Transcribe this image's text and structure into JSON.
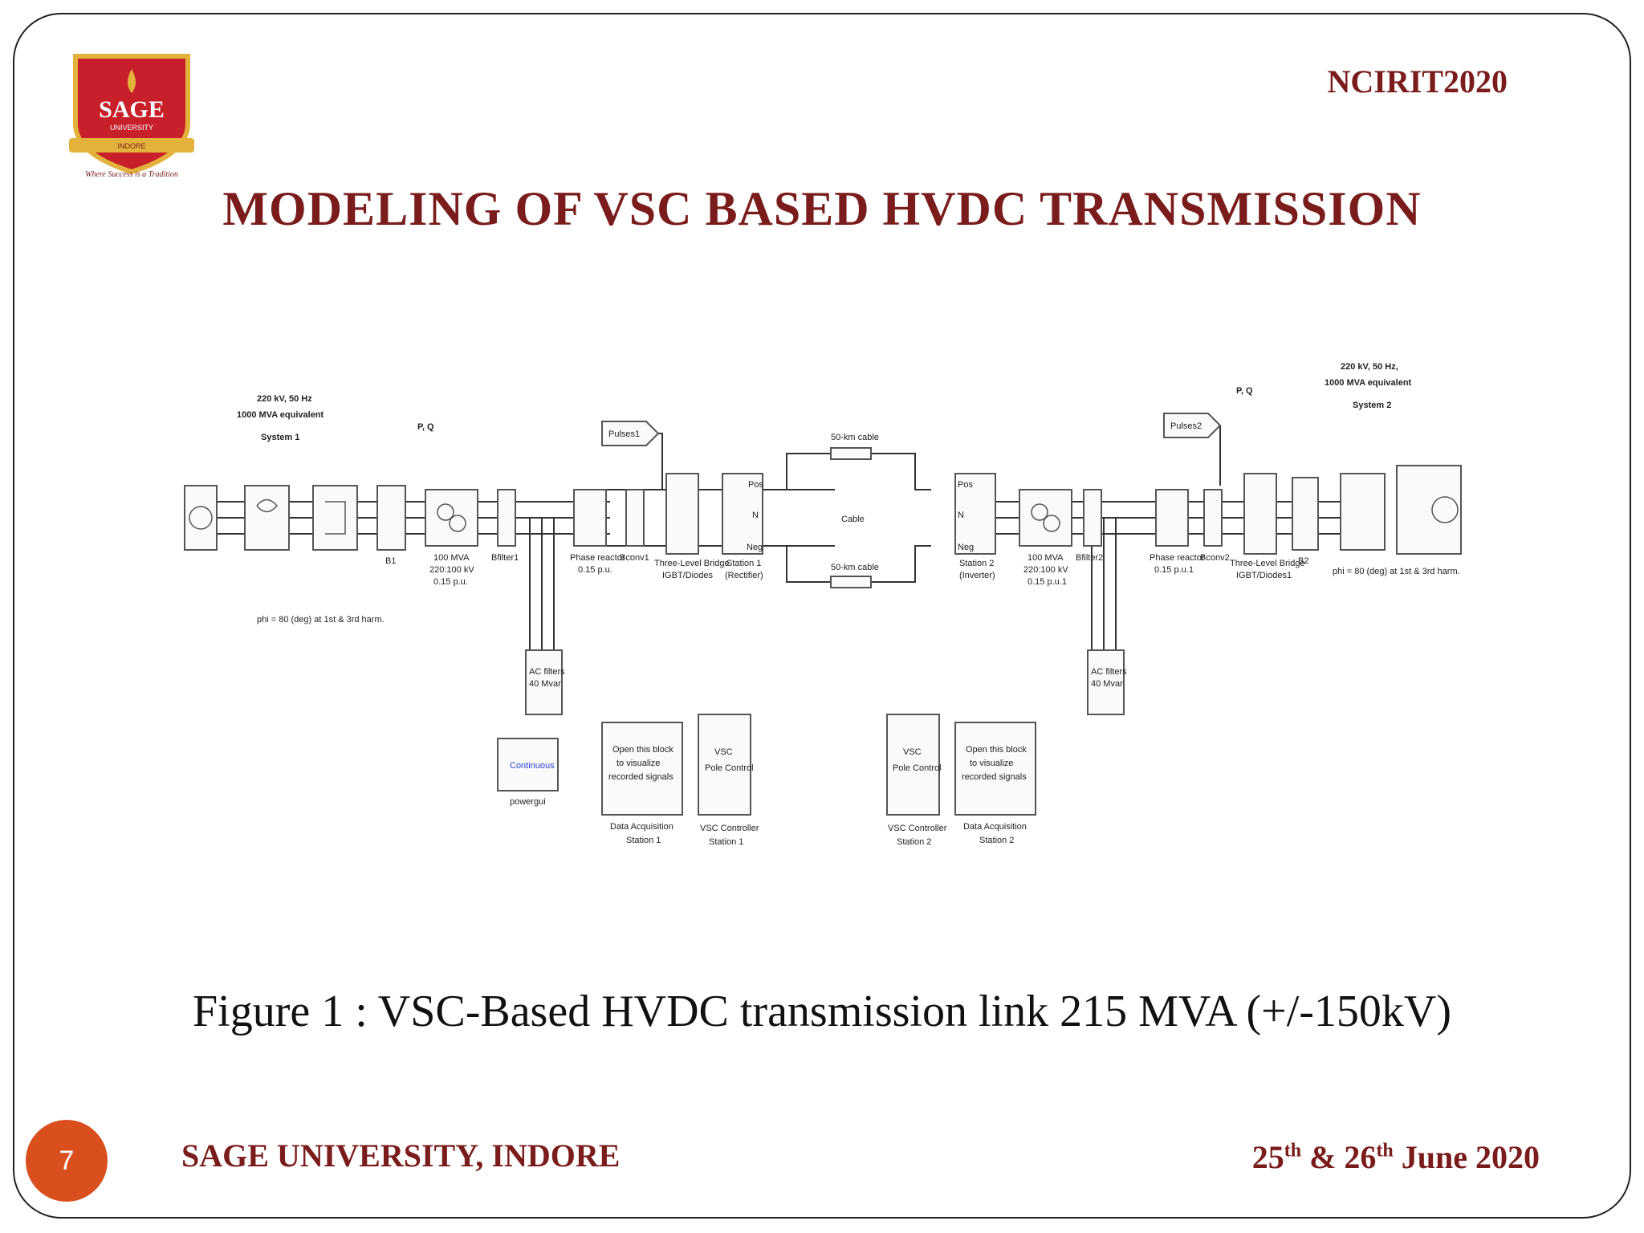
{
  "header": {
    "conference": "NCIRIT2020",
    "title": "MODELING OF VSC BASED HVDC TRANSMISSION"
  },
  "logo": {
    "name": "SAGE",
    "line1": "UNIVERSITY",
    "line2": "INDORE",
    "tagline": "Where Success is a Tradition"
  },
  "figure": {
    "caption": "Figure 1 : VSC-Based HVDC transmission link 215 MVA (+/-150kV)",
    "labels": {
      "system1_line1": "220 kV, 50 Hz",
      "system1_line2": "1000 MVA equivalent",
      "system1_name": "System 1",
      "system2_line1": "220 kV, 50 Hz,",
      "system2_line2": "1000 MVA equivalent",
      "system2_name": "System 2",
      "pq1": "P, Q",
      "pq2": "P, Q",
      "pulses1": "Pulses1",
      "pulses2": "Pulses2",
      "cable_top": "50-km cable",
      "cable_mid": "Cable",
      "cable_bottom": "50-km cable",
      "phi1": "phi = 80 (deg) at 1st & 3rd harm.",
      "phi2": "phi = 80 (deg) at 1st & 3rd harm.",
      "b1": "B1",
      "b2": "B2",
      "bfilter1": "Bfilter1",
      "bfilter2": "Bfilter2",
      "bconv1": "Bconv1",
      "bconv2": "Bconv2",
      "xfmr1_1": "100 MVA",
      "xfmr1_2": "220:100 kV",
      "xfmr1_3": "0.15 p.u.",
      "xfmr2_1": "100 MVA",
      "xfmr2_2": "220:100 kV",
      "xfmr2_3": "0.15 p.u.1",
      "reactor1_1": "Phase reactor",
      "reactor1_2": "0.15 p.u.",
      "reactor2_1": "Phase reactor",
      "reactor2_2": "0.15 p.u.1",
      "bridge1_1": "Three-Level Bridge",
      "bridge1_2": "IGBT/Diodes",
      "bridge2_1": "Three-Level Bridge",
      "bridge2_2": "IGBT/Diodes1",
      "station1_1": "Station 1",
      "station1_2": "(Rectifier)",
      "station2_1": "Station 2",
      "station2_2": "(Inverter)",
      "pos": "Pos",
      "n": "N",
      "neg": "Neg",
      "filters1_1": "AC filters",
      "filters1_2": "40 Mvar",
      "filters2_1": "AC filters",
      "filters2_2": "40 Mvar",
      "continuous": "Continuous",
      "powergui": "powergui",
      "open1_1": "Open this block",
      "open1_2": "to visualize",
      "open1_3": "recorded signals",
      "daq1_1": "Data Acquisition",
      "daq1_2": "Station 1",
      "vscpole1_1": "VSC",
      "vscpole1_2": "Pole Control",
      "vscctrl1_1": "VSC Controller",
      "vscctrl1_2": "Station 1",
      "vscpole2_1": "VSC",
      "vscpole2_2": "Pole Control",
      "vscctrl2_1": "VSC Controller",
      "vscctrl2_2": "Station 2",
      "open2_1": "Open this block",
      "open2_2": "to visualize",
      "open2_3": "recorded signals",
      "daq2_1": "Data Acquisition",
      "daq2_2": "Station 2"
    }
  },
  "footer": {
    "page": "7",
    "university": "SAGE UNIVERSITY, INDORE",
    "day1": "25",
    "sup1": "th",
    "amp": " & ",
    "day2": "26",
    "sup2": "th",
    "month": " June 2020"
  },
  "colors": {
    "accent": "#7a1c1c",
    "page_circle": "#d9501e",
    "logo_red": "#c8202a",
    "logo_gold": "#e3b23c"
  }
}
